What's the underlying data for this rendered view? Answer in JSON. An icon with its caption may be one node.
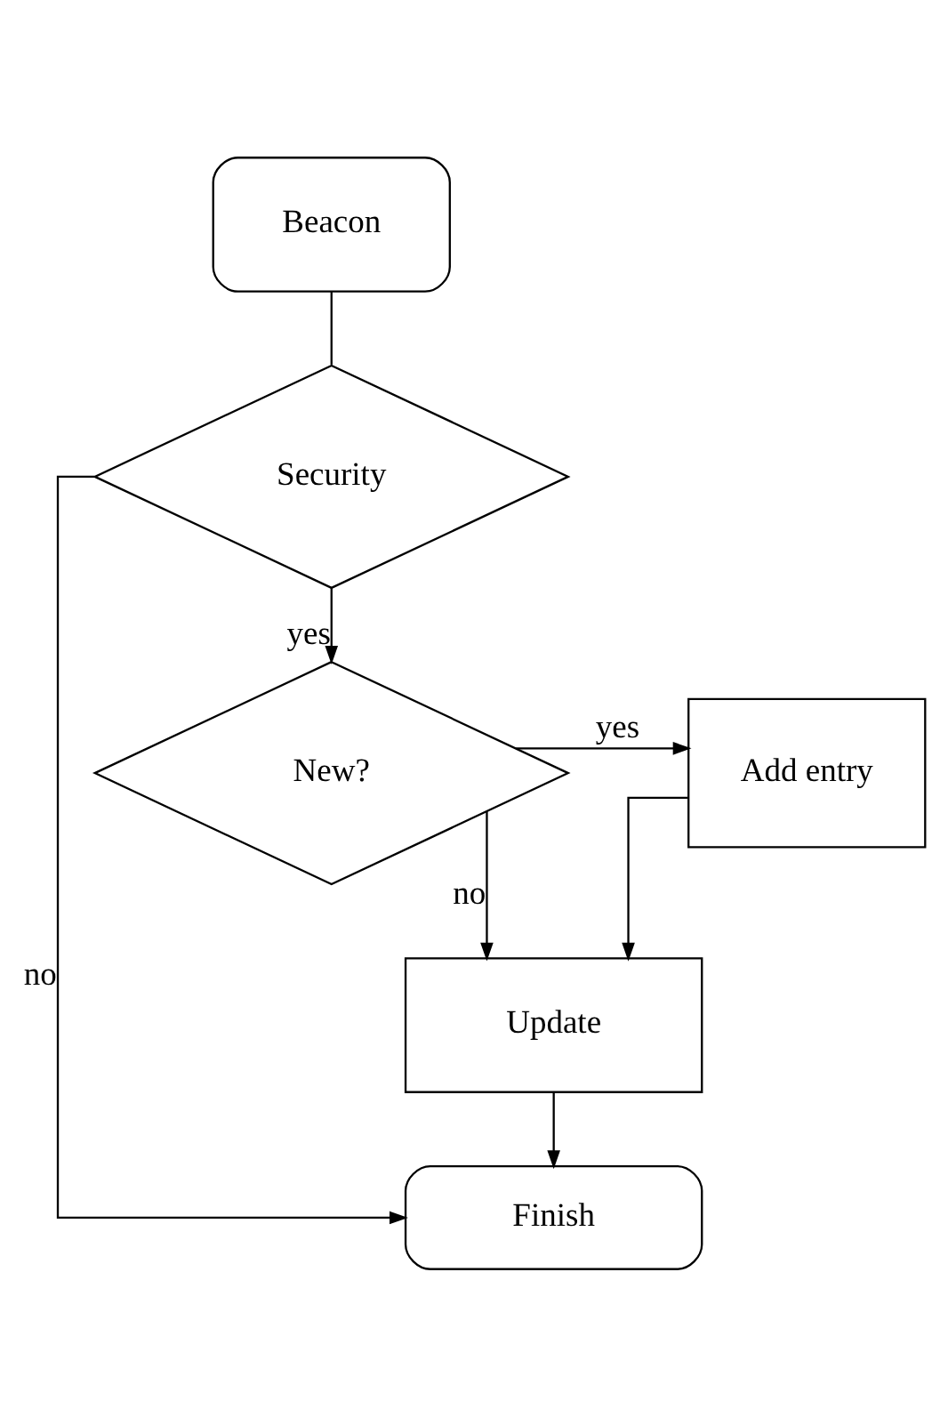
{
  "diagram": {
    "nodes": [
      {
        "text": [
          "Beacon"
        ]
      },
      {
        "text": [
          "Security"
        ]
      },
      {
        "text": [
          "New?"
        ]
      },
      {
        "text": [
          "Add entry"
        ]
      },
      {
        "text": [
          "Update"
        ]
      },
      {
        "text": [
          "Finish"
        ]
      }
    ],
    "edges": [
      {
        "from": 0,
        "to": 1,
        "arrow": "none"
      },
      {
        "from": 1,
        "to": 2,
        "arrow": "to",
        "label": "yes"
      },
      {
        "from": 1,
        "to": 5,
        "arrow": "to",
        "label": "no"
      },
      {
        "from": 2,
        "to": 3,
        "arrow": "to",
        "label": "yes"
      },
      {
        "from": 2,
        "to": 4,
        "arrow": "to",
        "label": "no"
      },
      {
        "from": 3,
        "to": 4,
        "arrow": "to"
      },
      {
        "from": 4,
        "to": 5,
        "arrow": "to"
      }
    ]
  }
}
